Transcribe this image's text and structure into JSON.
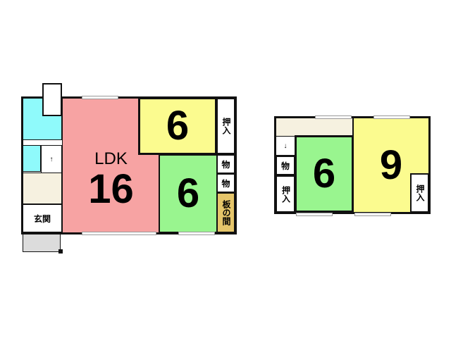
{
  "floor1": {
    "ldk_label": "LDK",
    "ldk_size": "16",
    "western_size": "6",
    "oshiire": "押入",
    "japanese_size": "6",
    "storage1": "物",
    "storage2": "物",
    "itanoma": "板の間",
    "genkan": "玄関"
  },
  "floor2": {
    "japanese_size": "6",
    "western_size": "9",
    "storage": "物",
    "oshiire_left": "押入",
    "oshiire_right": "押入"
  },
  "colors": {
    "ldk": "#f7a3a3",
    "western": "#fbfb8f",
    "japanese": "#99f58f",
    "wet": "#8ffafb",
    "hall": "#f6f1e0",
    "itanoma": "#e5c56a",
    "porch": "#dcdcdc"
  }
}
